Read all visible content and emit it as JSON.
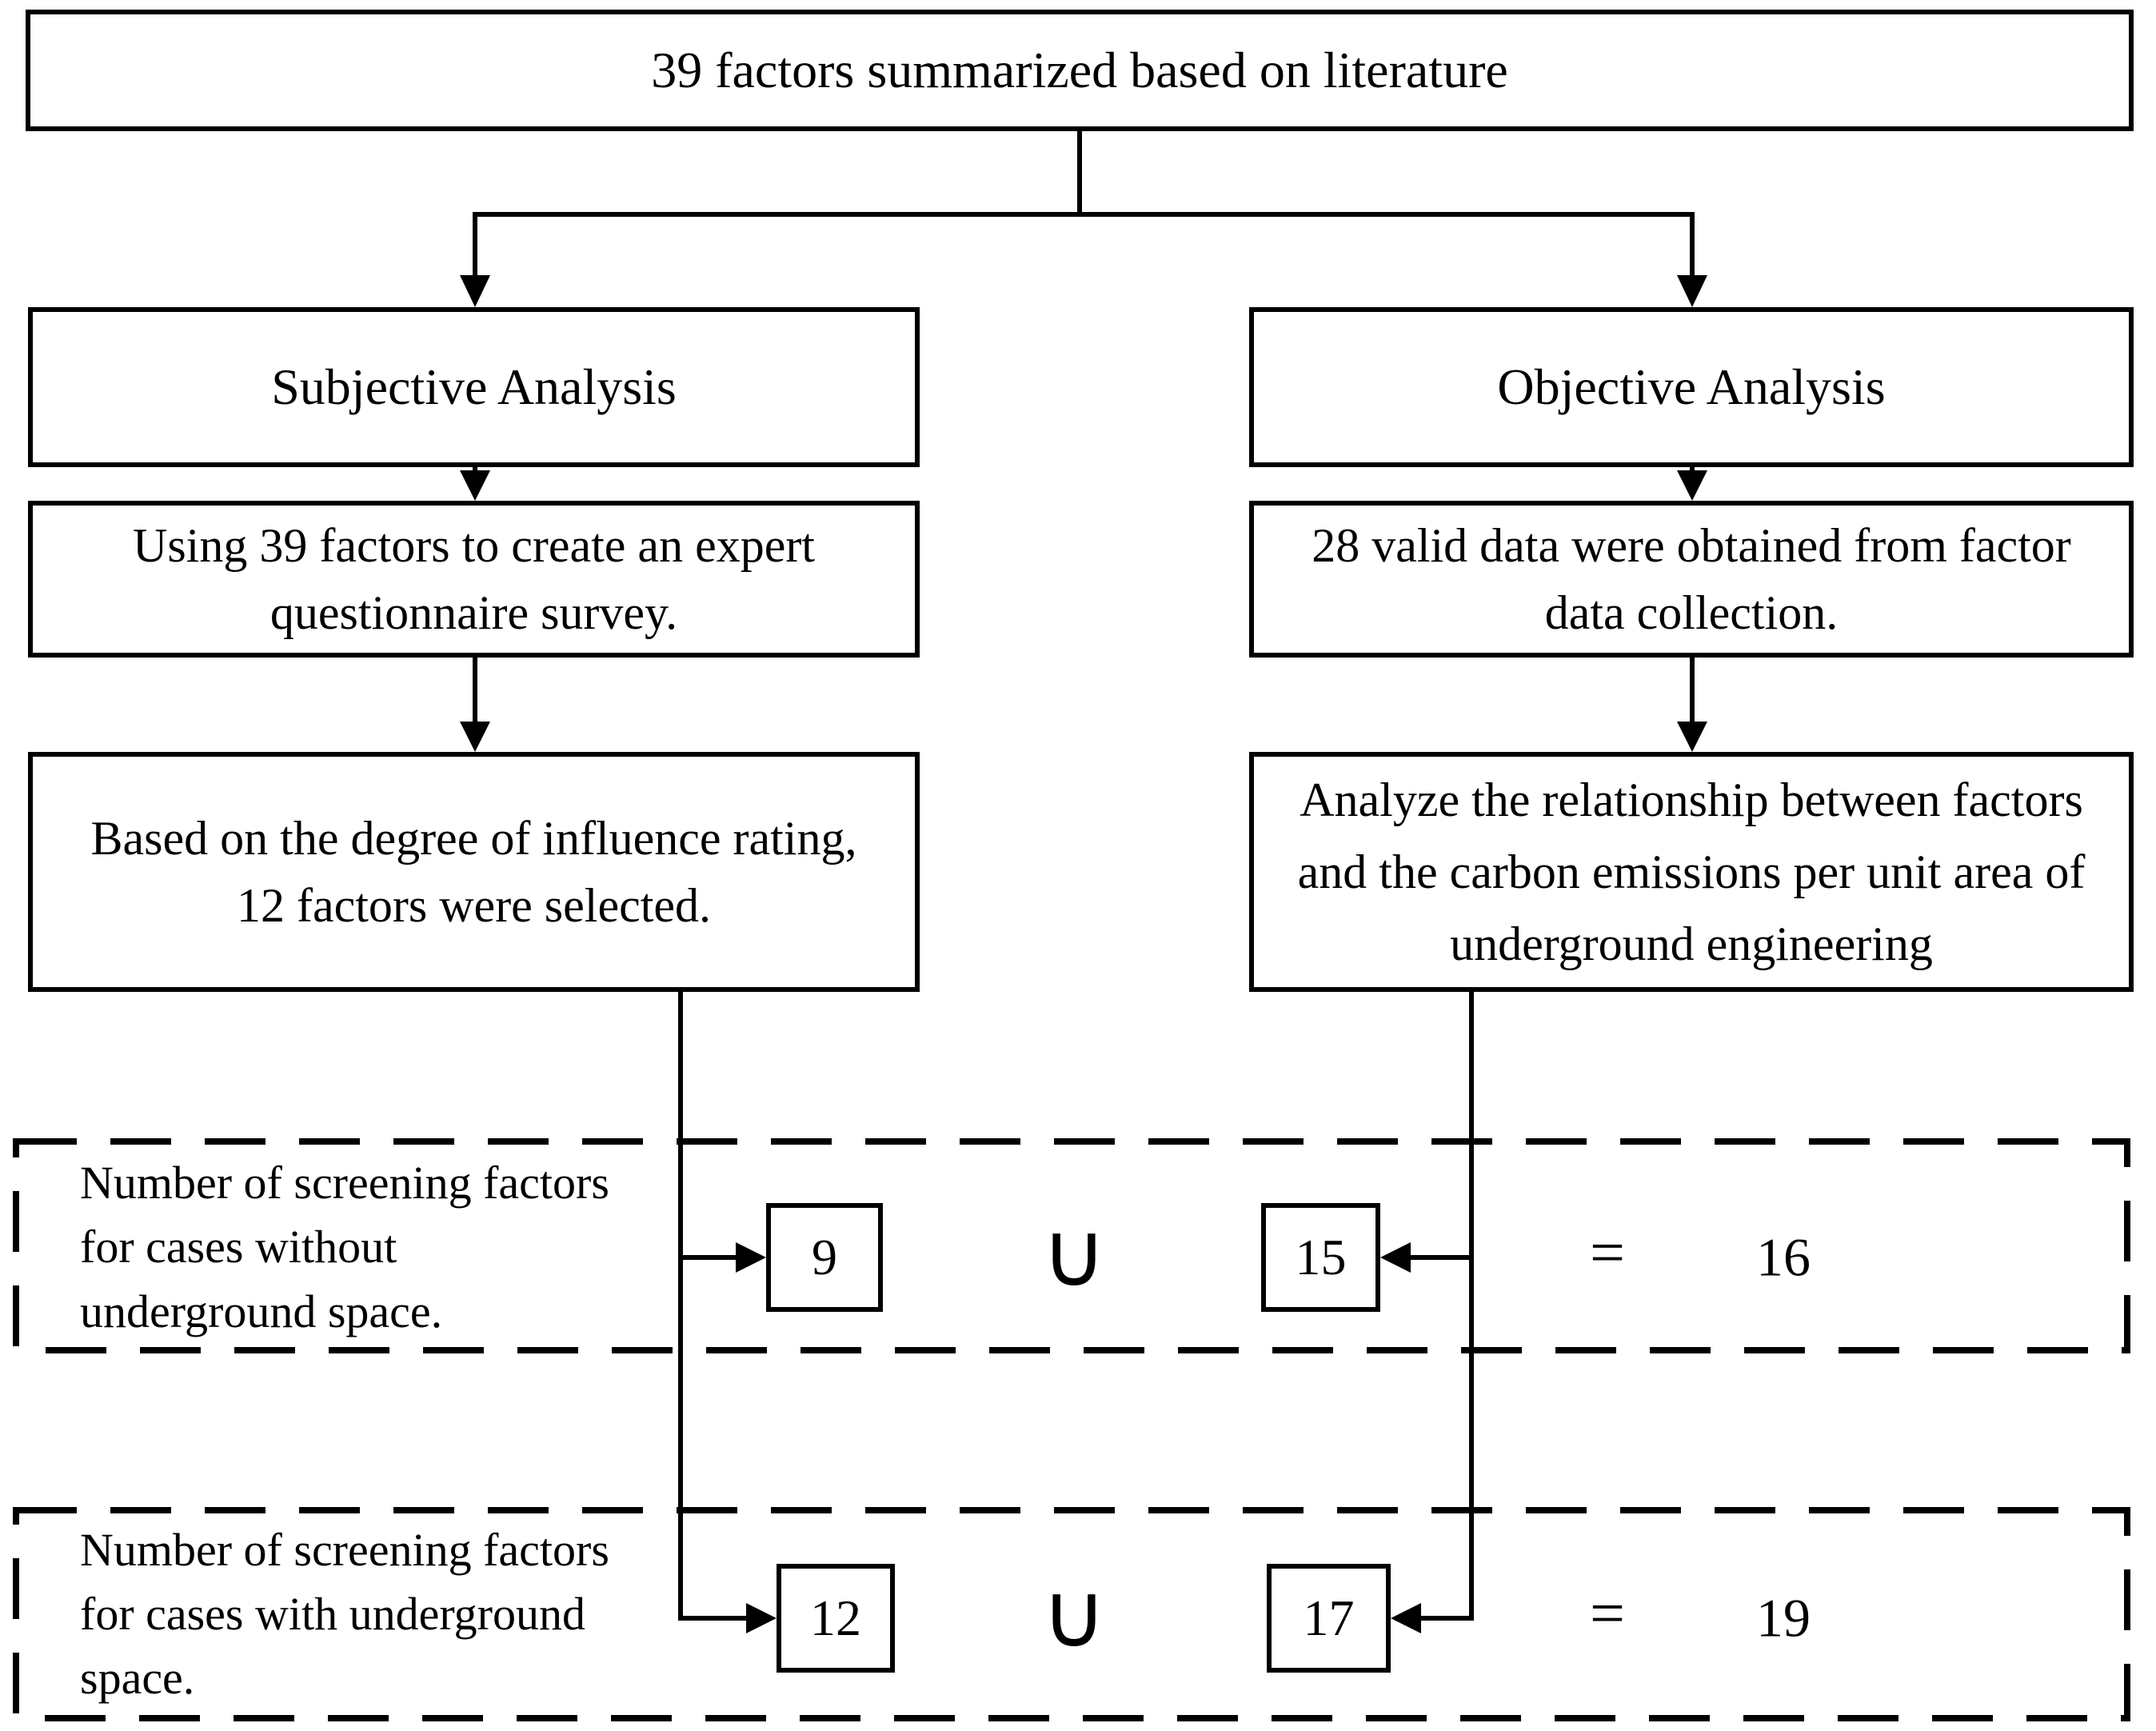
{
  "diagram": {
    "top_box": "39 factors summarized based on literature",
    "subjective": {
      "header": "Subjective Analysis",
      "step1": "Using 39 factors to create an expert questionnaire survey.",
      "step2": "Based on the degree of influence rating, 12 factors were selected."
    },
    "objective": {
      "header": "Objective Analysis",
      "step1": "28 valid data were obtained from factor data collection.",
      "step2": "Analyze the relationship between factors and the carbon emissions per unit area of underground engineering"
    },
    "without_row": {
      "label": "Number of screening factors for cases without underground space.",
      "subjective_count": "9",
      "union": "∪",
      "objective_count": "15",
      "equals": "=",
      "total": "16"
    },
    "with_row": {
      "label": "Number of screening factors for cases with underground space.",
      "subjective_count": "12",
      "union": "∪",
      "objective_count": "17",
      "equals": "=",
      "total": "19"
    }
  }
}
